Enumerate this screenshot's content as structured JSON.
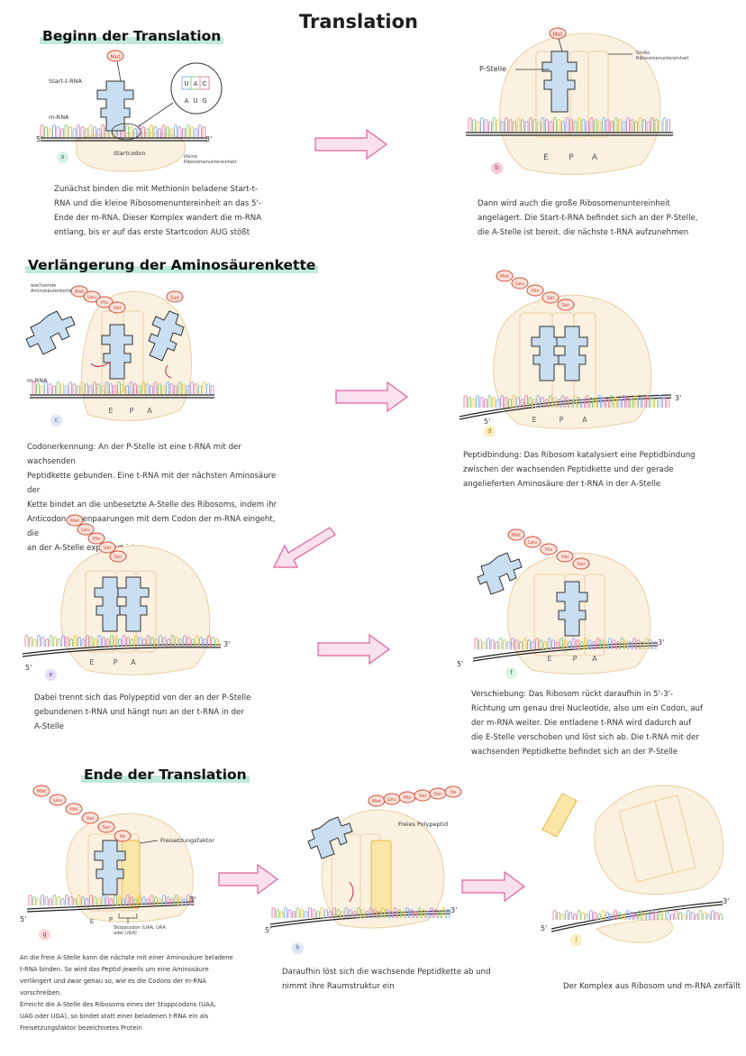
{
  "title": "Translation",
  "sections": {
    "beginn": "Beginn der Translation",
    "verlaengerung": "Verlängerung der Aminosäurenkette",
    "ende": "Ende der Translation"
  },
  "panels": {
    "a": {
      "letter": "a",
      "labels": {
        "start_trna": "Start-t-RNA",
        "mrna": "m-RNA",
        "five": "5'",
        "three": "3'",
        "startcodon": "Startcodon",
        "kleine": "kleine Ribosomenuntereinheit",
        "met": "Met",
        "codon_top": [
          "U",
          "A",
          "C"
        ],
        "codon_bottom": [
          "A",
          "U",
          "G"
        ]
      },
      "caption": [
        "Zunächst binden die mit Methionin beladene Start-t-",
        "RNA und die kleine Ribosomenuntereinheit an das 5'-",
        "Ende der m-RNA. Dieser Komplex wandert die m-RNA",
        "entlang, bis er auf das erste Startcodon AUG stößt"
      ]
    },
    "b": {
      "letter": "b",
      "labels": {
        "pstelle": "P-Stelle",
        "grosse": "Große Ribosomenuntereinheit",
        "met": "Met",
        "sites": [
          "E",
          "P",
          "A"
        ]
      },
      "caption": [
        "Dann wird auch die große Ribosomenuntereinheit",
        "angelagert. Die Start-t-RNA befindet sich an der P-Stelle,",
        "die A-Stelle ist bereit. die nächste t-RNA aufzunehmen"
      ]
    },
    "c": {
      "letter": "c",
      "labels": {
        "wachsende": "wachsende Aminosäurenkette",
        "mrna": "m-RNA",
        "chain": [
          "Met",
          "Leu",
          "His",
          "Val"
        ],
        "ser": "Ser",
        "sites": [
          "E",
          "P",
          "A"
        ]
      },
      "caption": [
        "Codonerkennung: An der P-Stelle ist eine t-RNA mit der wachsenden",
        "Peptidkette gebunden. Eine t-RNA mit der nächsten Aminosäure der",
        "Kette bindet an die unbesetzte A-Stelle des Ribosoms, indem ihr",
        "Anticodon Basenpaarungen mit dem Codon der m-RNA eingeht, die",
        "an der A-Stelle exponiert ist"
      ]
    },
    "d": {
      "letter": "d",
      "labels": {
        "chain": [
          "Met",
          "Leu",
          "His",
          "Val",
          "Ser"
        ],
        "five": "5'",
        "three": "3'",
        "sites": [
          "E",
          "P",
          "A"
        ]
      },
      "caption": [
        "Peptidbindung: Das Ribosom katalysiert eine Peptidbindung",
        "zwischen der wachsenden Peptidkette und der gerade",
        "angelieferten Aminosäure der t-RNA in der A-Stelle"
      ]
    },
    "e": {
      "letter": "e",
      "labels": {
        "chain": [
          "Met",
          "Leu",
          "His",
          "Val",
          "Ser"
        ],
        "five": "5'",
        "three": "3'",
        "sites": [
          "E",
          "P",
          "A"
        ]
      },
      "caption": [
        "Dabei trennt sich das Polypeptid von der an der P-Stelle",
        "gebundenen t-RNA und hängt nun an der t-RNA in der",
        "A-Stelle"
      ]
    },
    "f": {
      "letter": "f",
      "labels": {
        "chain": [
          "Met",
          "Leu",
          "His",
          "Val",
          "Ser"
        ],
        "five": "5'",
        "three": "3'",
        "sites": [
          "E",
          "P",
          "A"
        ]
      },
      "caption": [
        "Verschiebung: Das Ribosom rückt daraufhin in 5'-3'-",
        "Richtung um genau drei Nucleotide, also um ein Codon, auf",
        "der m-RNA weiter. Die entladene t-RNA wird dadurch auf",
        "die E-Stelle verschoben und löst sich ab. Die t-RNA mit der",
        "wachsenden Peptidkette befindet sich an der P-Stelle"
      ]
    },
    "g": {
      "letter": "g",
      "labels": {
        "chain": [
          "Met",
          "Leu",
          "His",
          "Val",
          "Ser",
          "Ile"
        ],
        "freisetzung": "Freisetzungsfaktor",
        "five": "5'",
        "three": "3'",
        "sites": [
          "E",
          "P"
        ],
        "stopp": "Stoppcodon (UAA, UAA oder UGA)"
      },
      "caption": [
        "An die freie A-Stelle kann die nächste mit einer Aminosäure beladene",
        "t-RNA binden. So wird das Peptid jeweils um eine Aminosäure",
        "verlängert und zwar genau so, wie es die Codons der m-RNA",
        "vorschreiben.",
        "Erreicht die A-Stelle des Ribosoms eines der Stoppcodons (UAA,",
        "UAG oder UGA), so bindet statt einer beladenen t-RNA ein als",
        "Freisetzungsfaktor bezeichnetes Protein"
      ]
    },
    "h": {
      "letter": "h",
      "labels": {
        "chain": [
          "Met",
          "Leu",
          "His",
          "Val",
          "Ser",
          "Ile"
        ],
        "freies": "Freies Polypeptid",
        "five": "5'",
        "three": "3'"
      },
      "caption": [
        "Daraufhin löst sich die wachsende Peptidkette ab und",
        "nimmt ihre Raumstruktur ein"
      ]
    },
    "i": {
      "letter": "i",
      "labels": {
        "five": "5'",
        "three": "3'"
      },
      "caption": [
        "Der Komplex aus Ribosom und m-RNA zerfällt"
      ]
    }
  },
  "colors": {
    "ribosome": "#fbf1e1",
    "ribosome_stroke": "#e9cfa2",
    "trna": "#c9def0",
    "trna_stroke": "#3a3a3a",
    "amino": "#fbe3db",
    "amino_stroke": "#d64a36",
    "arrow_fill": "#fbe1ee",
    "arrow_stroke": "#df5f9e",
    "factor": "#fbe6a8",
    "factor_stroke": "#e9b64a",
    "base_colors": [
      "#ef8aa6",
      "#8fcf86",
      "#f0c95a",
      "#8ab9e6",
      "#c49ade"
    ]
  }
}
